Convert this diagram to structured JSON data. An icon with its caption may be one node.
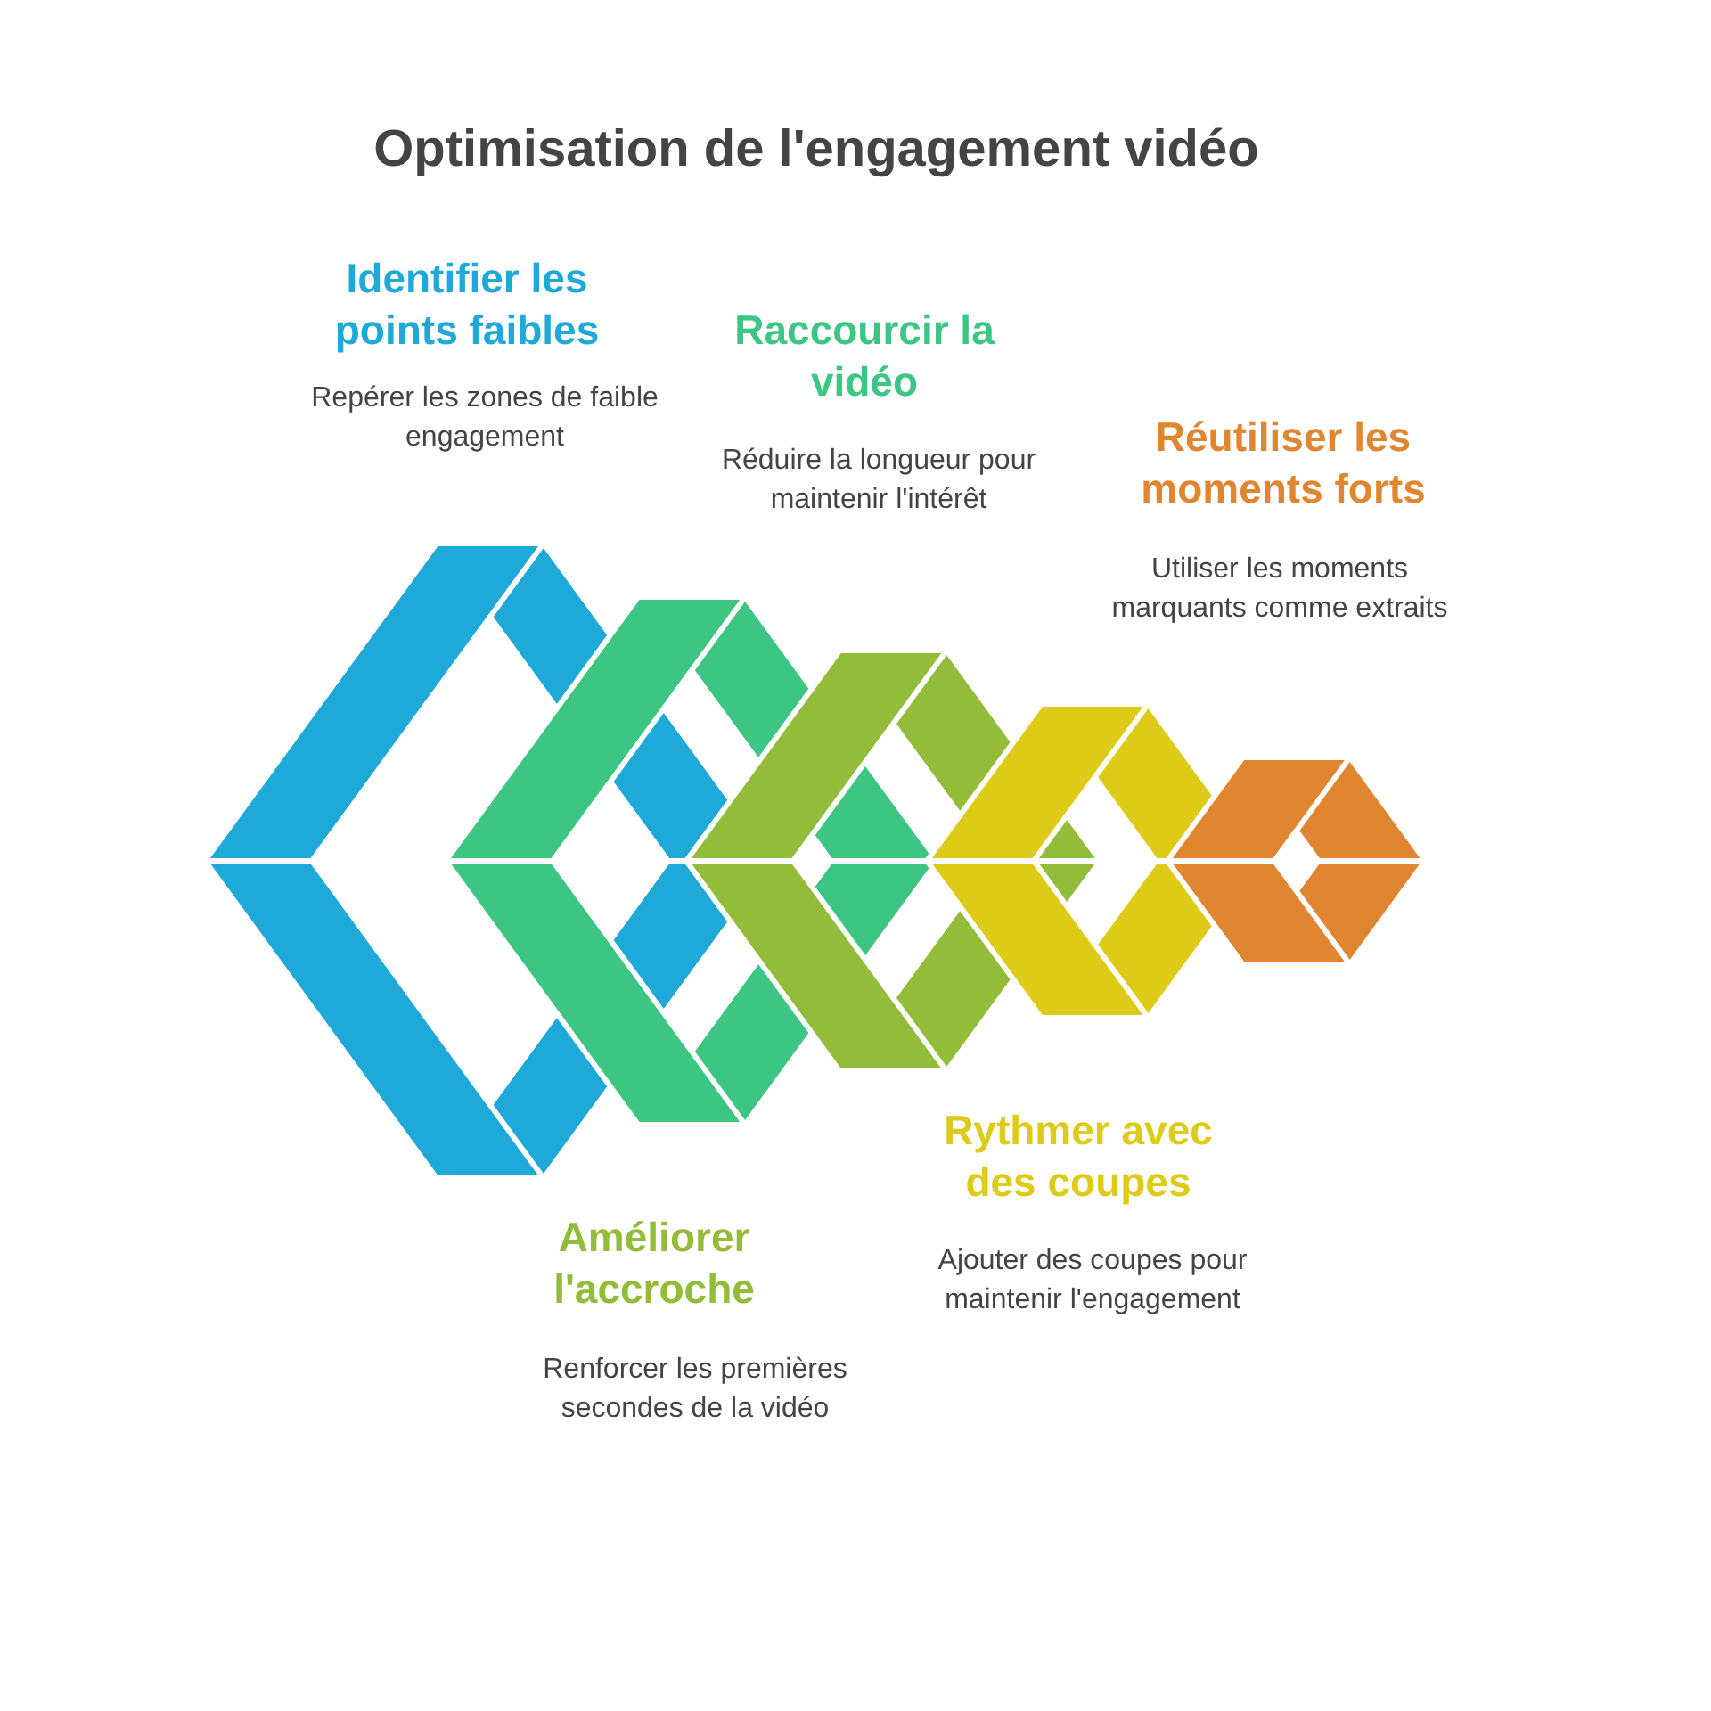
{
  "diagram": {
    "title": "Optimisation de l'engagement vidéo",
    "labels": [
      "Identifier les points faibles",
      "Repérer les zones de faible engagement",
      "Raccourcir la vidéo",
      "Réduire la longueur pour maintenir l'intérêt",
      "Réutiliser les moments forts",
      "Utiliser les moments marquants comme extraits",
      "Améliorer l'accroche",
      "Renforcer les premières secondes de la vidéo",
      "Rythmer avec des coupes",
      "Ajouter des coupes pour maintenir l'engagement"
    ]
  }
}
